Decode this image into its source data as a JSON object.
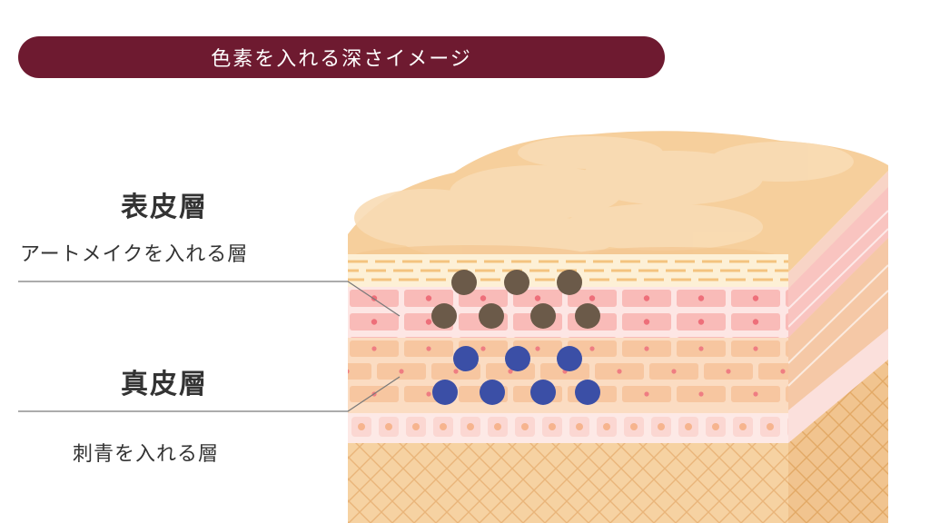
{
  "title": "色素を入れる深さイメージ",
  "layers": [
    {
      "name": "表皮層",
      "description": "アートメイクを入れる層"
    },
    {
      "name": "真皮層",
      "description": "刺青を入れる層"
    }
  ],
  "colors": {
    "title_bg": "#6e1a30",
    "epidermis_pigment": "#6b5a49",
    "dermis_pigment": "#3b4fa6",
    "skin_surface": "#f6cf9c",
    "epidermis_cells": "#f9b9b6",
    "dermis_cells": "#f7c79e",
    "basal_layer": "#fde3e0",
    "subcutis": "#f6d2a2"
  }
}
